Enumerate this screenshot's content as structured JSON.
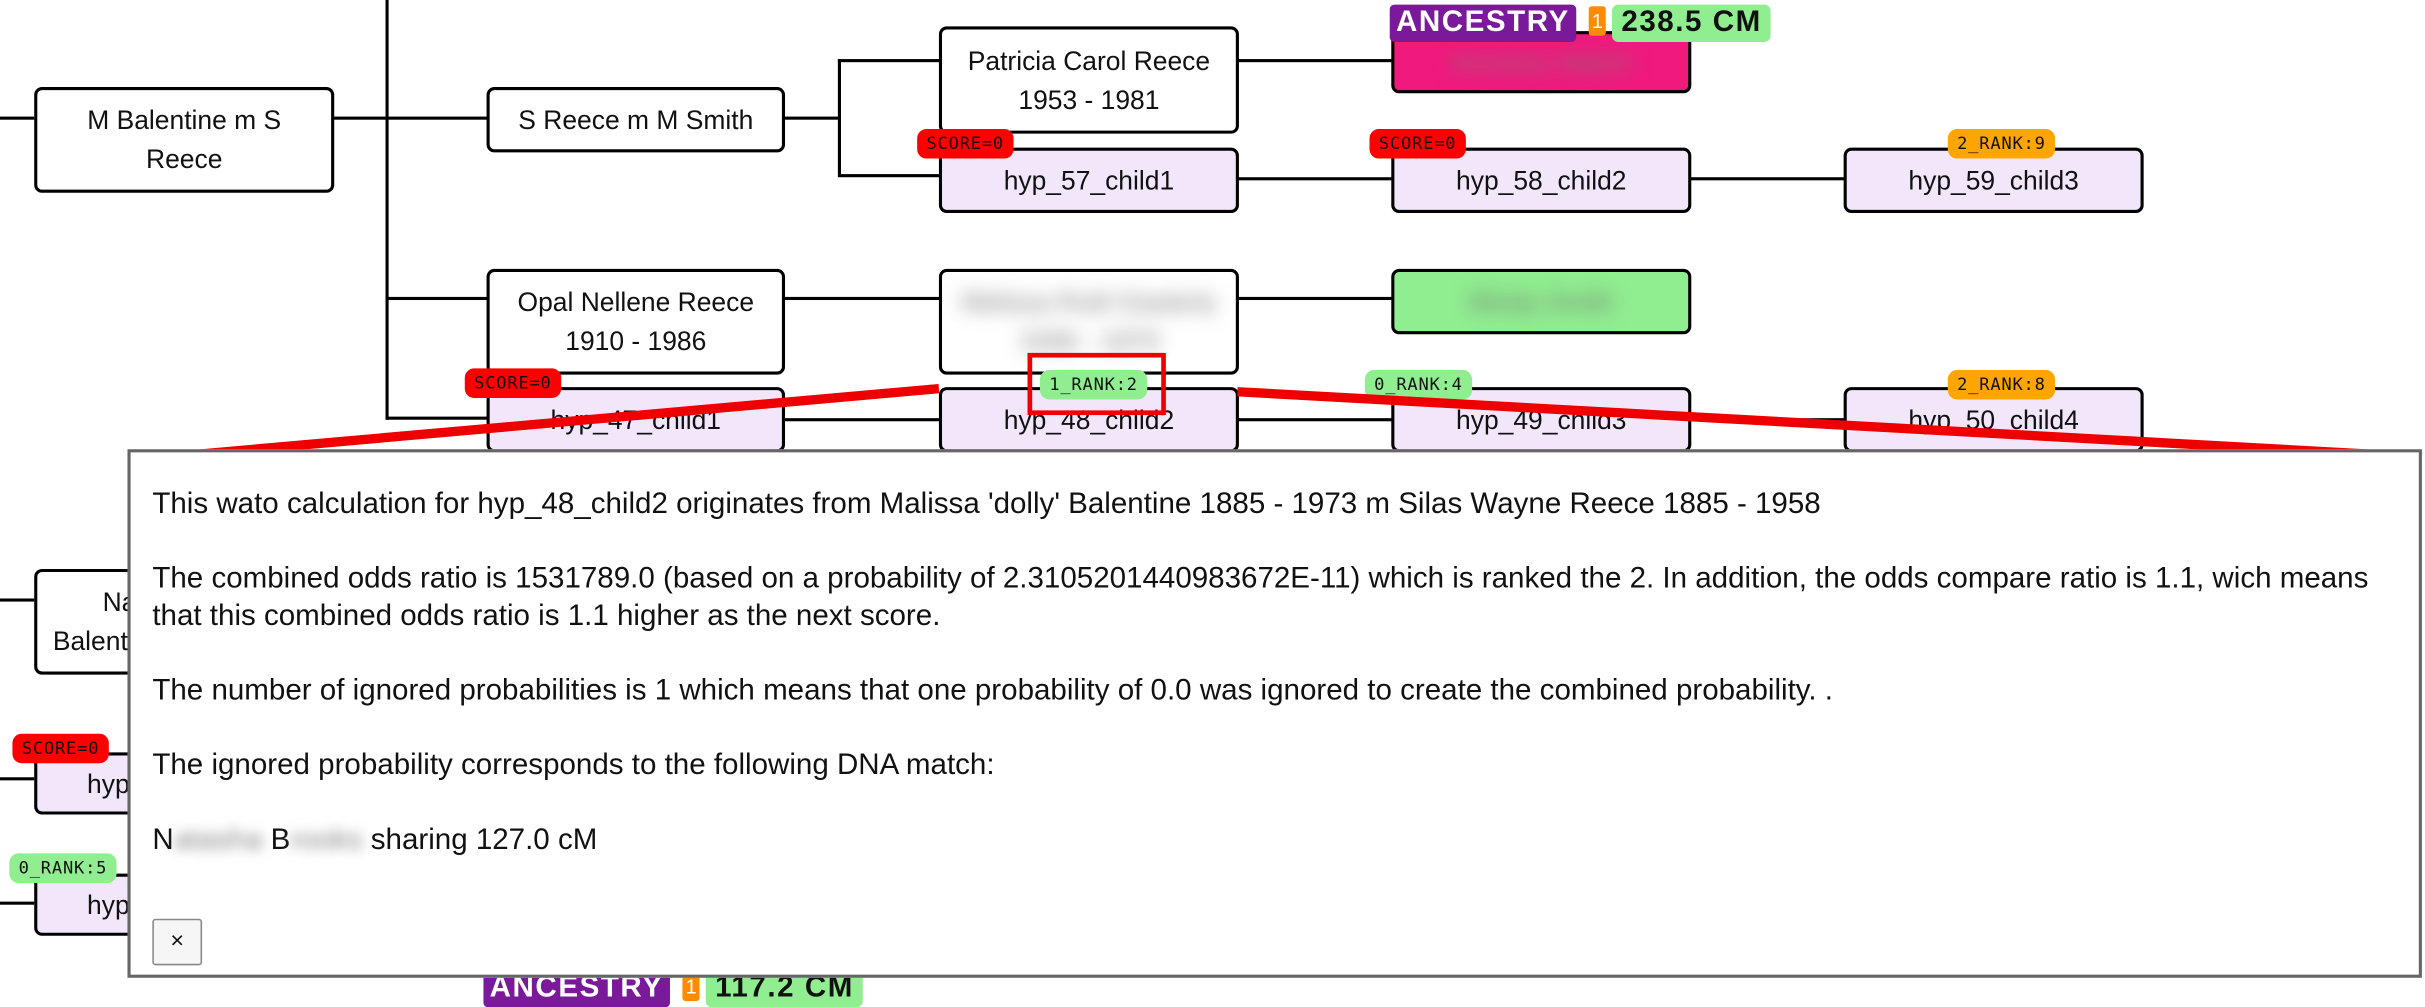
{
  "tree": {
    "nodes": {
      "m_balentine": "M Balentine m S Reece",
      "s_reece": "S Reece m M Smith",
      "patricia_name": "Patricia Carol Reece",
      "patricia_dates": "1953 - 1981",
      "opal_name": "Opal Nellene Reece",
      "opal_dates": "1910 - 1986",
      "hyp57": "hyp_57_child1",
      "hyp58": "hyp_58_child2",
      "hyp59": "hyp_59_child3",
      "hyp47": "hyp_47_child1",
      "hyp48": "hyp_48_child2",
      "hyp49": "hyp_49_child3",
      "hyp50": "hyp_50_child4",
      "left_partial_1": "Na",
      "left_partial_2": "Balent",
      "left_hyp_a": "hyp",
      "left_hyp_b": "hyp",
      "blurred_child": "Melissa Ruth Easterly",
      "blurred_child_dates": "1936 - 1970",
      "blurred_green": "Mindy Smith",
      "blurred_pink": "Ancestry Match"
    },
    "badges": {
      "score0_a": "SCORE=0",
      "score0_b": "SCORE=0",
      "score0_c": "SCORE=0",
      "score0_d": "SCORE=0",
      "rank_59": "2_RANK:9",
      "rank_48": "1_RANK:2",
      "rank_49": "0_RANK:4",
      "rank_50": "2_RANK:8",
      "rank_left": "0_RANK:5"
    },
    "ancestry_top": {
      "label": "ANCESTRY",
      "count": "1",
      "cm": "238.5 CM"
    },
    "ancestry_bottom": {
      "label": "ANCESTRY",
      "count": "1",
      "cm": "117.2 CM"
    }
  },
  "popup": {
    "line1": "This wato calculation for hyp_48_child2 originates from Malissa 'dolly' Balentine 1885 - 1973 m Silas Wayne Reece 1885 - 1958",
    "line2": "The combined odds ratio is 1531789.0 (based on a probability of 2.3105201440983672E-11) which is ranked the 2. In addition, the odds compare ratio is 1.1, wich means that this combined odds ratio is 1.1 higher as the next score.",
    "line3": "The number of ignored probabilities is 1 which means that one probability of 0.0 was ignored to create the combined probability. .",
    "line4": "The ignored probability corresponds to the following DNA match:",
    "match_first_initial": "N",
    "match_first_rest": "atasha",
    "match_last_initial": "B",
    "match_last_rest": "rooks",
    "match_tail": "sharing 127.0 cM",
    "close_label": "×"
  },
  "colors": {
    "highlight": "#ee0000",
    "score_badge": "#ff0000",
    "rank_green": "#90ee90",
    "rank_orange": "#ffa500",
    "hyp_fill": "#f2e6fb",
    "ancestry": "#7a1a9a"
  }
}
